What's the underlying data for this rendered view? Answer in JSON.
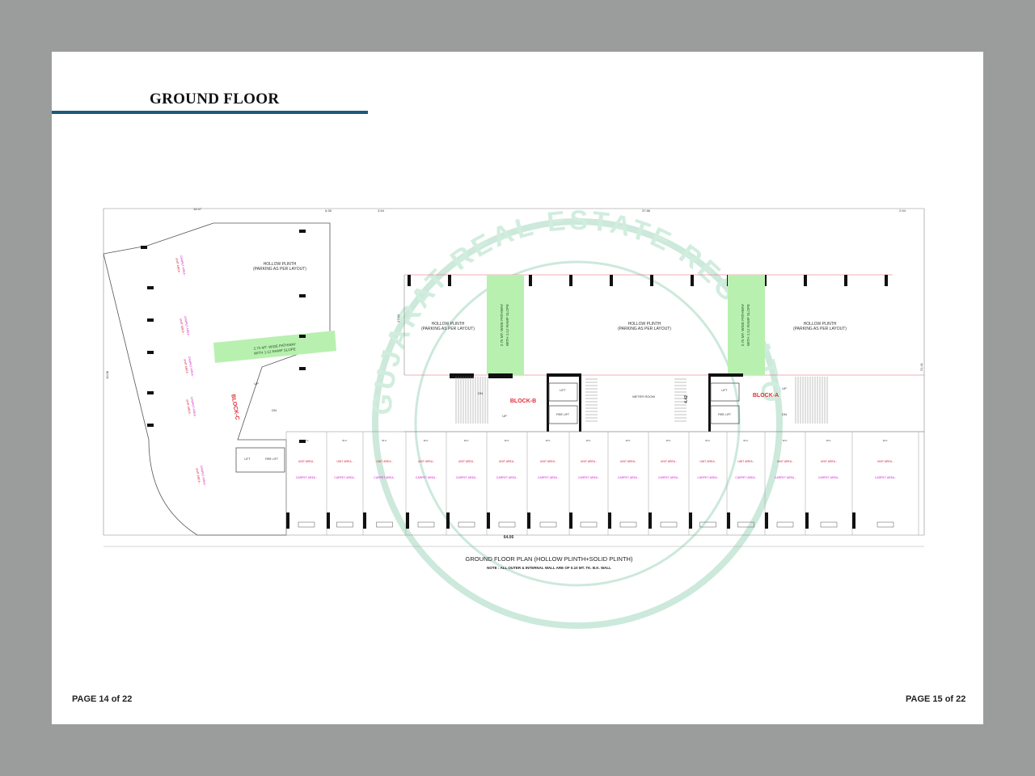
{
  "header": {
    "title": "GROUND FLOOR"
  },
  "footer": {
    "left_page": "PAGE 14 of 22",
    "right_page": "PAGE 15 of 22"
  },
  "watermark": {
    "text": "GUJARAT REAL ESTATE REGULATORY AUTHORITY",
    "color": "#8fd0b0"
  },
  "plan": {
    "caption": "GROUND FLOOR PLAN (HOLLOW PLINTH+SOLID PLINTH)",
    "note": "NOTE : ALL OUTER & INTERNAL WALL ARE OF 0.10 MT. TK. B.K. WALL",
    "hollow_plinth": "HOLLOW PLINTH",
    "parking": "(PARKING AS PER LAYOUT)",
    "pathway_line1": "2.75 MT. WIDE PATHWAY",
    "pathway_line2": "WITH 1:12 RAMP SLOPE",
    "pathway_color": "#b8f0b0",
    "blocks": {
      "a": "BLOCK-A",
      "b": "BLOCK-B",
      "c": "BLOCK-C"
    },
    "block_color": "#e0303a",
    "meter_room": "METER ROOM",
    "lift": "LIFT",
    "fire_lift": "FIRE LIFT",
    "up": "UP",
    "dn": "DN",
    "wc": "W.C.",
    "unit_area": "UNIT AREA -",
    "carpet_area": "CARPET AREA -",
    "unit_color": "#d0203a",
    "carpet_color": "#d020c8",
    "dimensions": {
      "top_left": "15.47",
      "top_mid": "6.35",
      "top_b": "3.94",
      "top_right": "37.86",
      "top_far": "2.94",
      "bottom": "64.06",
      "right": "21.41",
      "left": "10.08",
      "mid": "17.04",
      "pathway_dim": "4.42"
    }
  }
}
